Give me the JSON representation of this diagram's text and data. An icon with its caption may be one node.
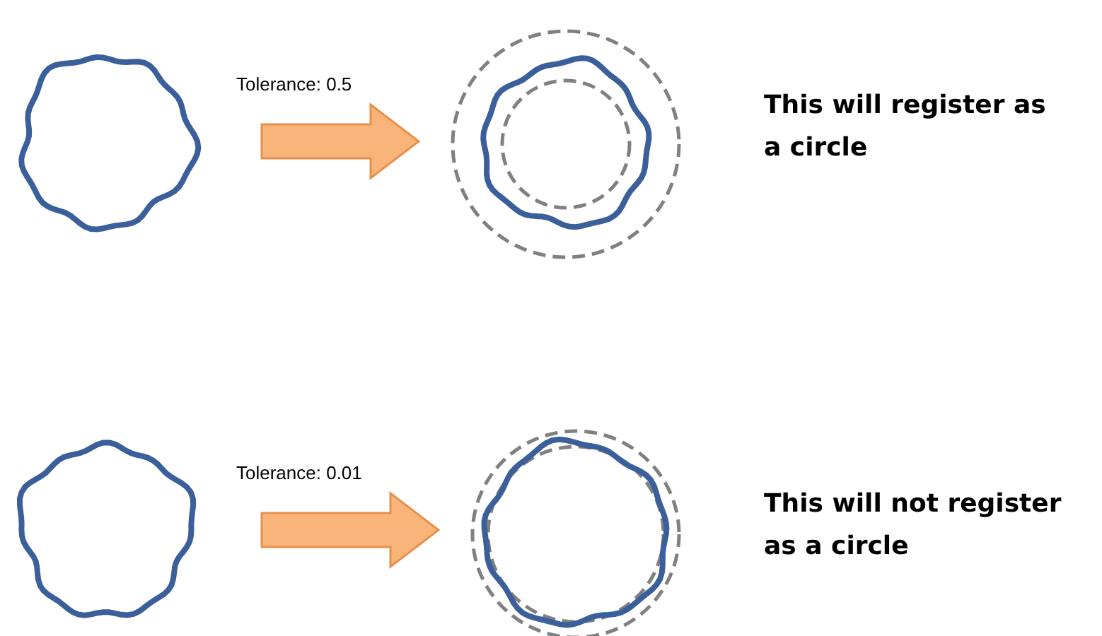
{
  "diagram": {
    "nodes": [
      {
        "text": [],
        "shape": "picture"
      },
      {
        "text": [],
        "shape": "picture"
      },
      {
        "text": [],
        "shape": "picture"
      },
      {
        "text": [],
        "shape": "picture"
      }
    ],
    "edges": [
      {
        "from": 0,
        "to": 1,
        "arrow": "to",
        "label": "Tolerance: 0.5"
      },
      {
        "from": 2,
        "to": 3,
        "arrow": "to",
        "label": "Tolerance: 0.01"
      }
    ],
    "labels": [
      "This will register as a circle",
      "This will not register as a circle"
    ]
  }
}
